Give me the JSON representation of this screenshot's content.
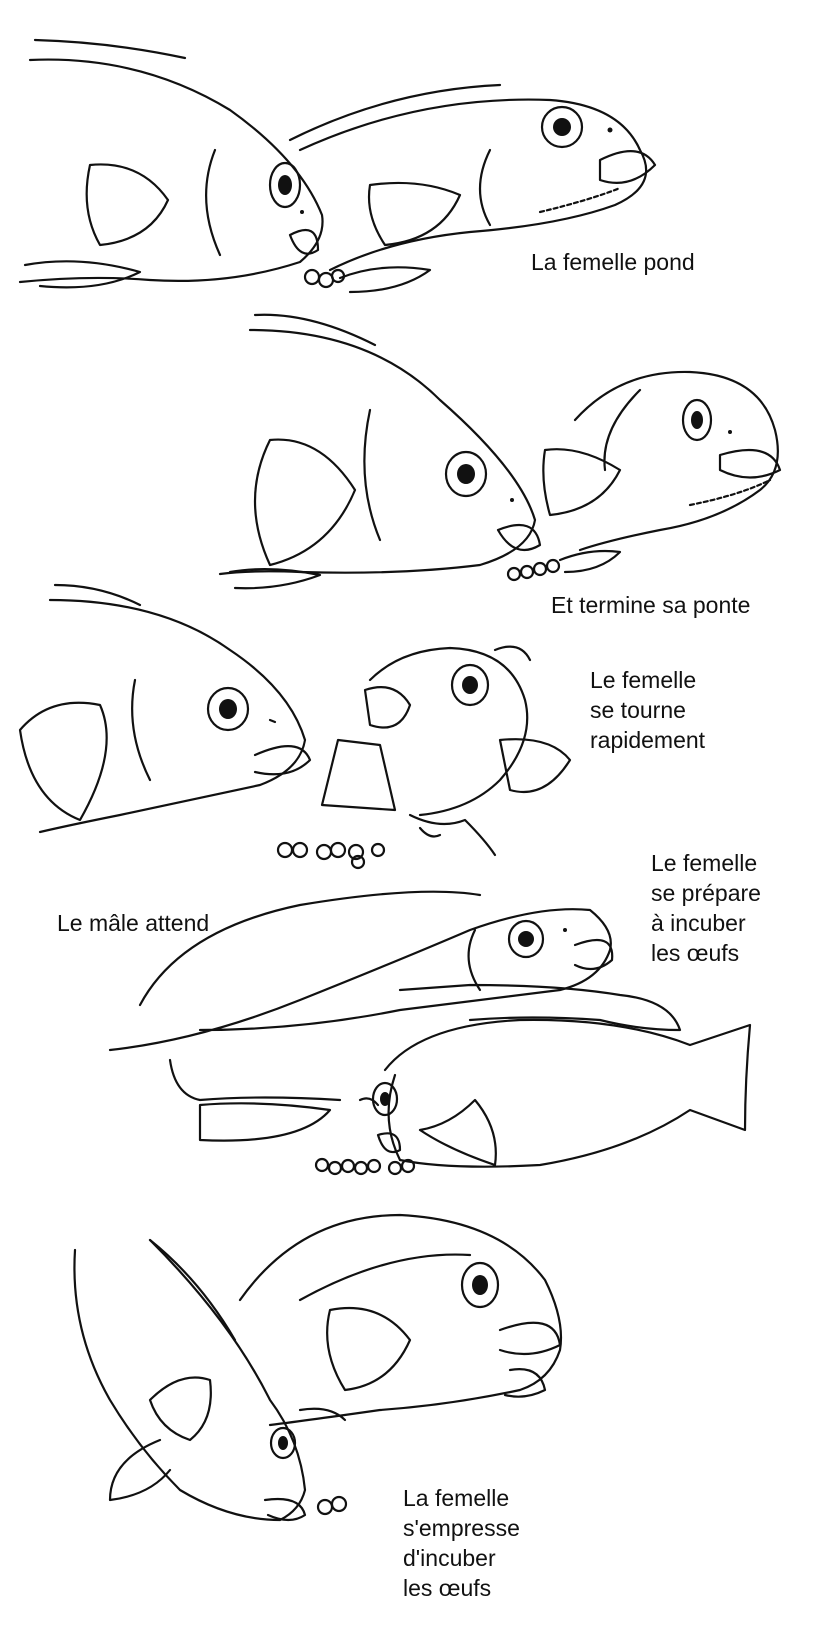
{
  "panels": [
    {
      "caption": "La femelle pond"
    },
    {
      "caption": "Et termine sa ponte"
    },
    {
      "caption": "Le femelle\nse tourne\nrapidement"
    },
    {
      "caption_male": "Le mâle attend",
      "caption_female": "Le femelle\nse prépare\nà incuber\nles œufs"
    },
    {
      "caption": "La femelle\ns'empresse\nd'incuber\nles œufs"
    }
  ],
  "colors": {
    "ink": "#111111",
    "background": "#ffffff"
  }
}
